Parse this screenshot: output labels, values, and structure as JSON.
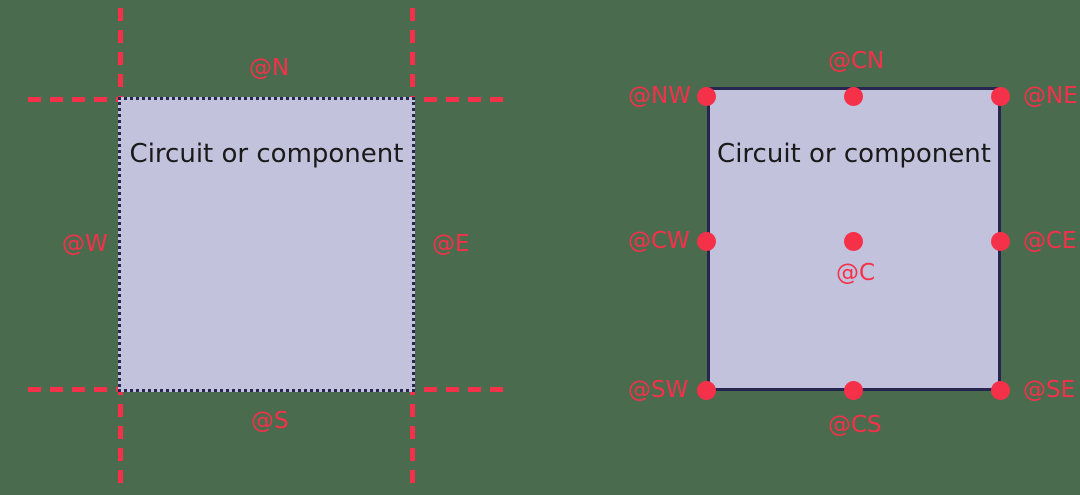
{
  "colors": {
    "background": "#4a6b4d",
    "box_fill": "#c3c2dd",
    "box_border": "#262650",
    "anchor_red": "#f5314a",
    "text_dark": "#1a1a1a"
  },
  "left_panel": {
    "box_text": "Circuit or component",
    "labels": [
      {
        "id": "N",
        "text": "@N"
      },
      {
        "id": "W",
        "text": "@W"
      },
      {
        "id": "E",
        "text": "@E"
      },
      {
        "id": "S",
        "text": "@S"
      }
    ]
  },
  "right_panel": {
    "box_text": "Circuit or component",
    "labels": [
      {
        "id": "NW",
        "text": "@NW"
      },
      {
        "id": "CN",
        "text": "@CN"
      },
      {
        "id": "NE",
        "text": "@NE"
      },
      {
        "id": "CW",
        "text": "@CW"
      },
      {
        "id": "C",
        "text": "@C"
      },
      {
        "id": "CE",
        "text": "@CE"
      },
      {
        "id": "SW",
        "text": "@SW"
      },
      {
        "id": "CS",
        "text": "@CS"
      },
      {
        "id": "SE",
        "text": "@SE"
      }
    ]
  }
}
